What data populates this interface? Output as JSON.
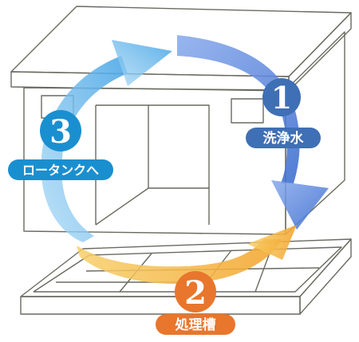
{
  "steps": [
    {
      "number": "1",
      "label": "洗浄水",
      "color": "#3f6fb5"
    },
    {
      "number": "2",
      "label": "処理槽",
      "color": "#e8762c"
    },
    {
      "number": "3",
      "label": "ロータンクへ",
      "color": "#1a8fd0"
    }
  ],
  "colors": {
    "wall": "#f2f1ea",
    "roof": "#f5f4ee",
    "outline": "#6a6a60",
    "arrow_blue": "#5a86d6",
    "arrow_orange": "#f4b43a",
    "arrow_lightblue": "#5fb3ea"
  }
}
